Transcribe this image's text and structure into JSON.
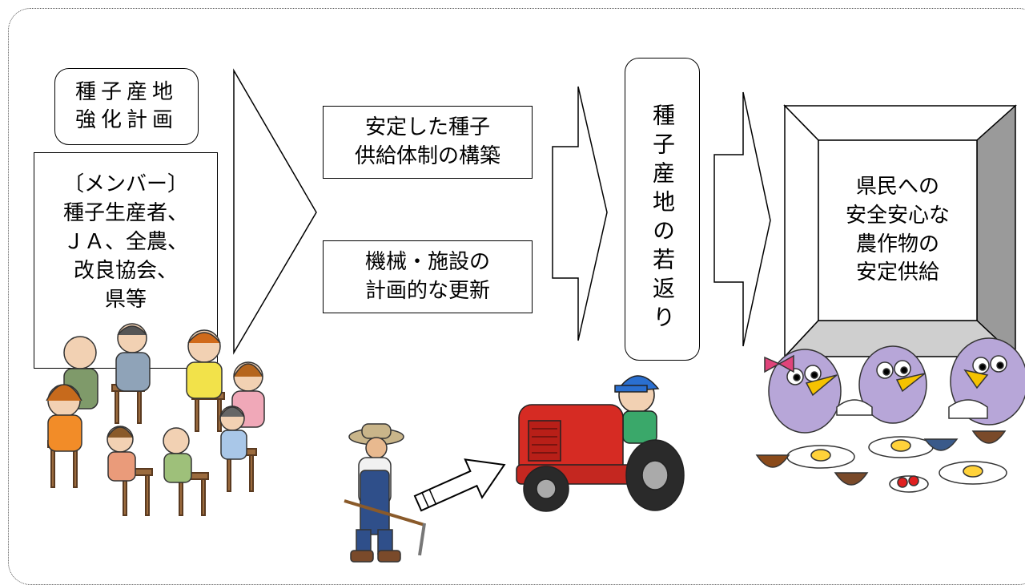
{
  "plan": {
    "title_line1": "種子産地",
    "title_line2": "強化計画"
  },
  "members": {
    "line1": "〔メンバー〕",
    "line2": "種子生産者、",
    "line3": "ＪＡ、全農、",
    "line4": "改良協会、",
    "line5": "県等"
  },
  "results": {
    "item1_line1": "安定した種子",
    "item1_line2": "供給体制の構築",
    "item2_line1": "機械・施設の",
    "item2_line2": "計画的な更新"
  },
  "rejuvenation": {
    "label": "種子産地の若返り"
  },
  "supply": {
    "line1": "県民への",
    "line2": "安全安心な",
    "line3": "農作物の",
    "line4": "安定供給"
  },
  "colors": {
    "tractor": "#d62b23",
    "cap": "#2a6fd0",
    "bird": "#b7a6d8",
    "bird_beak": "#f5c200",
    "ribbon": "#e0437a",
    "overalls": "#2f4f8a",
    "bevel_dark": "#9a9a9a",
    "bevel_mid": "#cfcfcf"
  },
  "illustrations": {
    "meeting": "people-sitting-in-circle-illustration",
    "farmer": "elderly-farmer-with-hoe-illustration",
    "tractor": "young-farmer-on-red-tractor-illustration",
    "birds": "birds-eating-meal-illustration"
  }
}
